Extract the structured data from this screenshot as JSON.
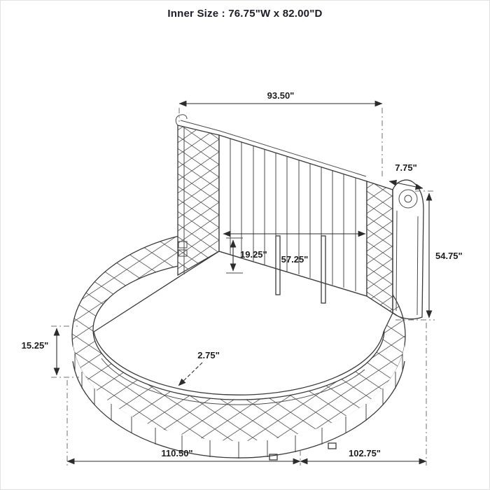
{
  "title": "Inner Size : 76.75\"W x 82.00\"D",
  "diagram": {
    "subject": "round upholstered platform bed with channel-tufted wing headboard",
    "colors": {
      "line": "#3a3a3a",
      "background": "#ffffff",
      "title_text": "#1c1c2b"
    },
    "dims": {
      "headboard_width": "93.50\"",
      "scroll_depth": "7.75\"",
      "headboard_height": "54.75\"",
      "headboard_clearance": "19.25\"",
      "inner_headboard_width": "57.25\"",
      "base_height": "15.25\"",
      "deck_lip": "2.75\"",
      "overall_width": "110.50\"",
      "overall_depth": "102.75\""
    }
  }
}
